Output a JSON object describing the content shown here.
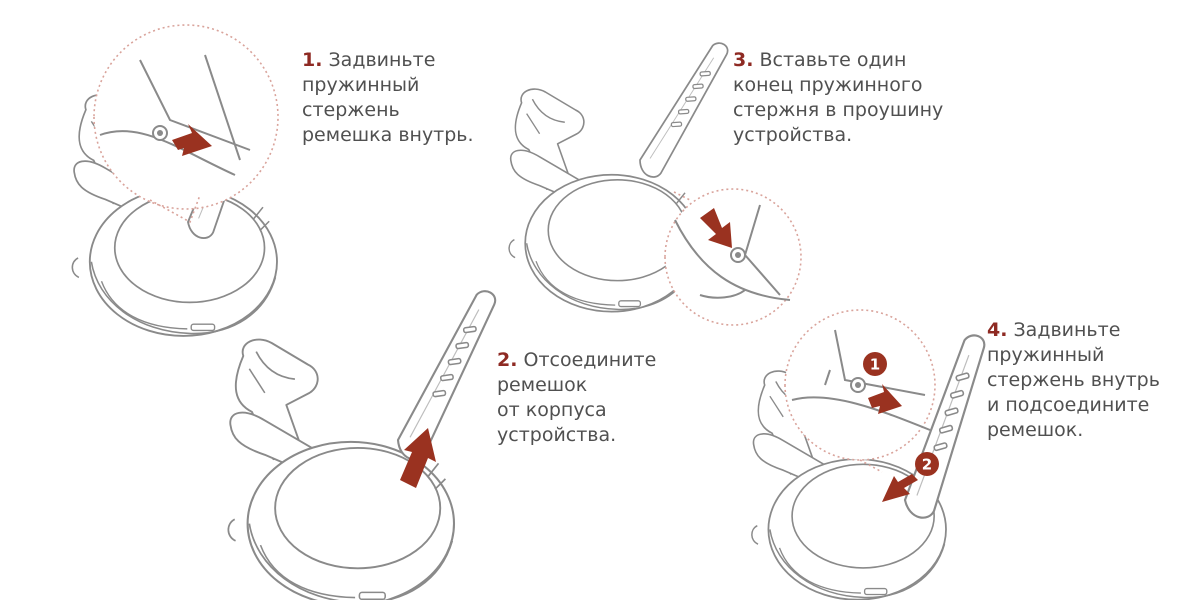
{
  "steps": [
    {
      "number": "1.",
      "lines": [
        "Задвиньте",
        "пружинный",
        "стержень",
        "ремешка внутрь."
      ]
    },
    {
      "number": "2.",
      "lines": [
        "Отсоедините",
        "ремешок",
        "от корпуса",
        "устройства."
      ]
    },
    {
      "number": "3.",
      "lines": [
        "Вставьте один",
        "конец пружинного",
        "стержня в проушину",
        "устройства."
      ]
    },
    {
      "number": "4.",
      "lines": [
        "Задвиньте",
        "пружинный",
        "стержень внутрь",
        "и подсоедините",
        "ремешок."
      ]
    }
  ],
  "badges": {
    "first": "1",
    "second": "2"
  },
  "colors": {
    "accent": "#8e2a23",
    "arrow": "#9a3220",
    "text": "#505050",
    "line": "#8a8a8a",
    "dotted": "#d9a39b"
  },
  "icons": [
    "watch-illustration",
    "magnifier-callout",
    "push-arrow-icon",
    "lift-arrow-icon",
    "insert-arrow-icon",
    "number-badge"
  ]
}
